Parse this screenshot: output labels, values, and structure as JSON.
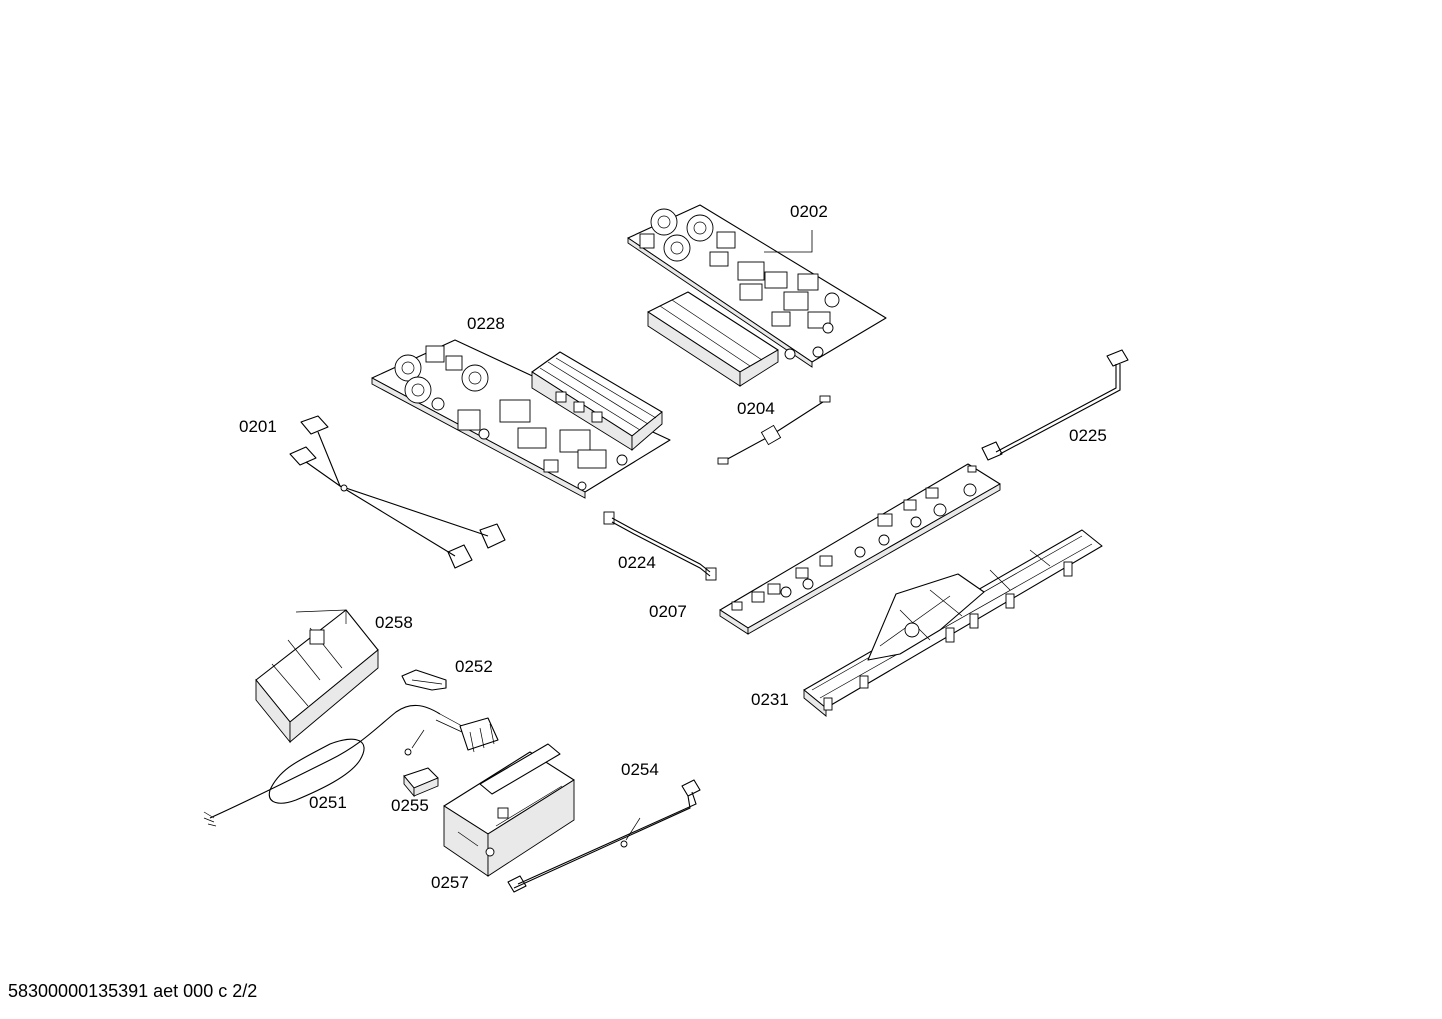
{
  "parts": [
    {
      "id": "p0202",
      "label": "0202"
    },
    {
      "id": "p0228",
      "label": "0228"
    },
    {
      "id": "p0201",
      "label": "0201"
    },
    {
      "id": "p0204",
      "label": "0204"
    },
    {
      "id": "p0225",
      "label": "0225"
    },
    {
      "id": "p0224",
      "label": "0224"
    },
    {
      "id": "p0207",
      "label": "0207"
    },
    {
      "id": "p0258",
      "label": "0258"
    },
    {
      "id": "p0252",
      "label": "0252"
    },
    {
      "id": "p0231",
      "label": "0231"
    },
    {
      "id": "p0254",
      "label": "0254"
    },
    {
      "id": "p0251",
      "label": "0251"
    },
    {
      "id": "p0255",
      "label": "0255"
    },
    {
      "id": "p0257",
      "label": "0257"
    }
  ],
  "footer": {
    "doc_code": "58300000135391 aet 000 c 2/2"
  }
}
